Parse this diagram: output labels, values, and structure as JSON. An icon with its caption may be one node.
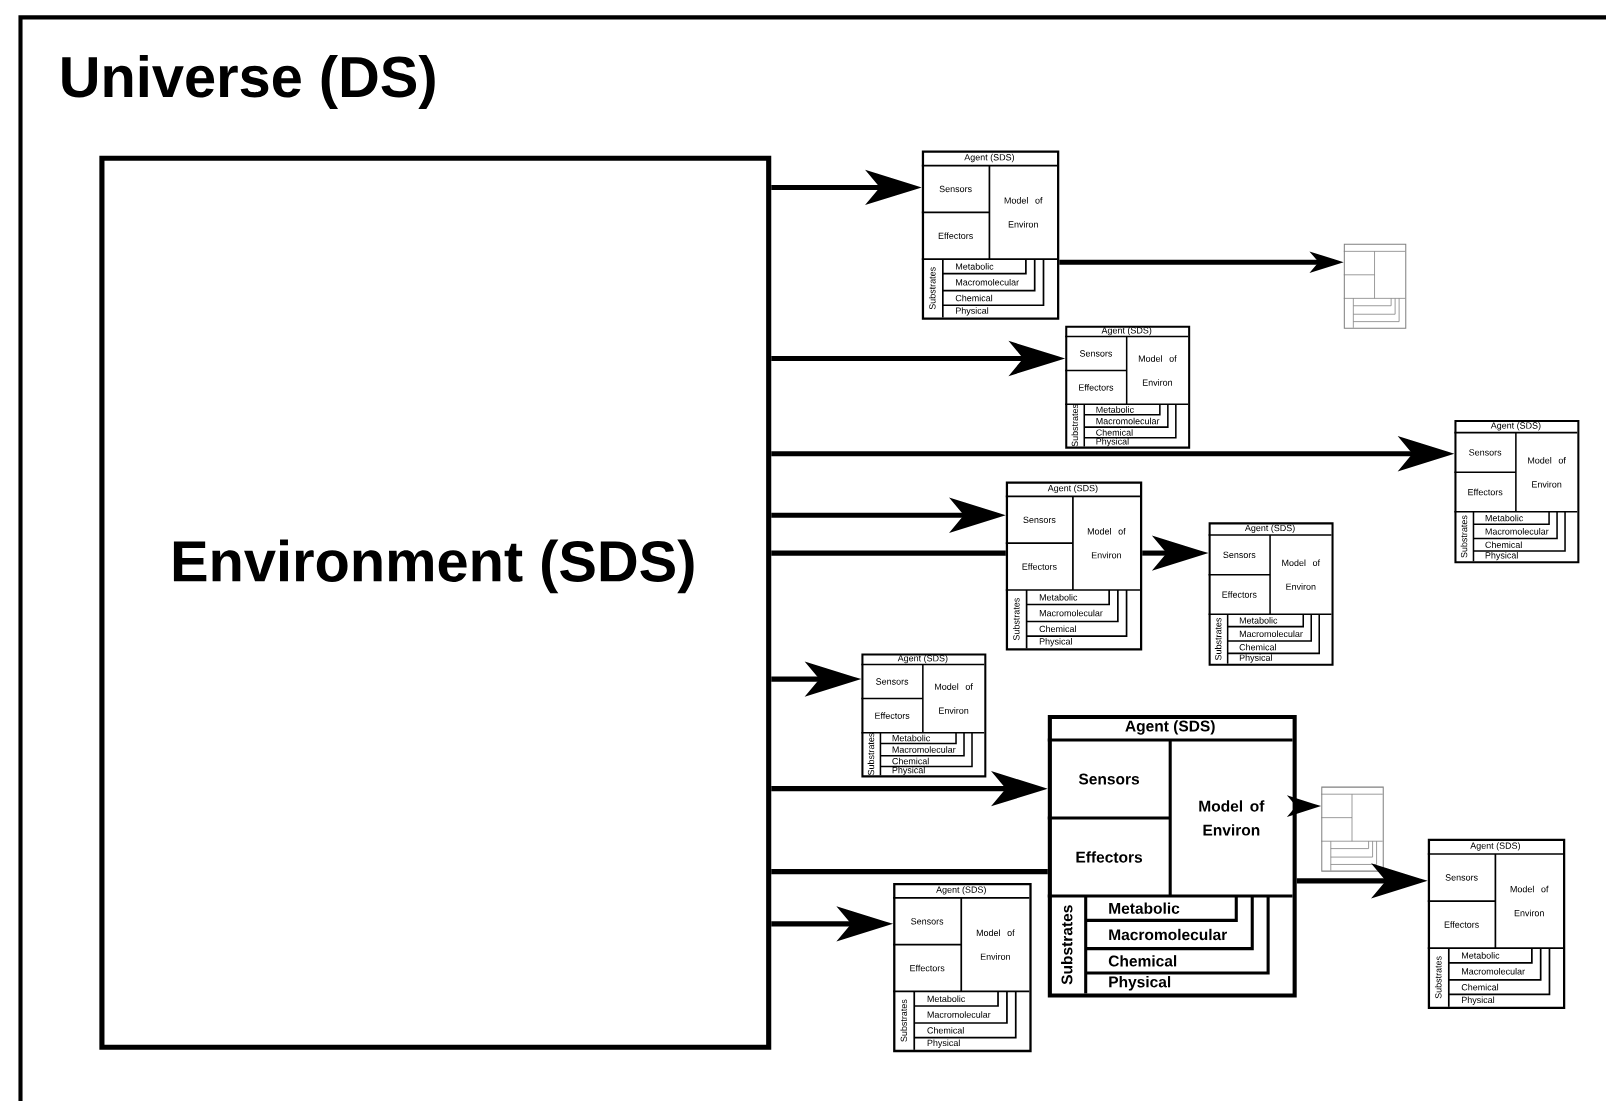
{
  "diagram": {
    "nodes": [
      {
        "text": [
          "Universe (DS)"
        ]
      },
      {
        "text": [
          "Environment (SDS)"
        ],
        "in": 0
      },
      {
        "text": [
          "Agent (SDS)",
          "Sensors",
          "Effectors",
          "Model of Environ",
          "Substrates",
          "Metabolic",
          "Macromolecular",
          "Chemical",
          "Physical"
        ],
        "in": 0
      },
      {
        "text": [],
        "shape": "box",
        "in": 0
      },
      {
        "text": [
          "Agent (SDS)",
          "Sensors",
          "Effectors",
          "Model of Environ",
          "Substrates",
          "Metabolic",
          "Macromolecular",
          "Chemical",
          "Physical"
        ],
        "in": 0
      },
      {
        "text": [
          "Agent (SDS)",
          "Sensors",
          "Effectors",
          "Model of Environ",
          "Substrates",
          "Metabolic",
          "Macromolecular",
          "Chemical",
          "Physical"
        ],
        "in": 0
      },
      {
        "text": [
          "Agent (SDS)",
          "Sensors",
          "Effectors",
          "Model of Environ",
          "Substrates",
          "Metabolic",
          "Macromolecular",
          "Chemical",
          "Physical"
        ],
        "in": 0
      },
      {
        "text": [
          "Agent (SDS)",
          "Sensors",
          "Effectors",
          "Model of Environ",
          "Substrates",
          "Metabolic",
          "Macromolecular",
          "Chemical",
          "Physical"
        ],
        "in": 0
      },
      {
        "text": [
          "Agent (SDS)",
          "Sensors",
          "Effectors",
          "Model of Environ",
          "Substrates",
          "Metabolic",
          "Macromolecular",
          "Chemical",
          "Physical"
        ],
        "in": 0
      },
      {
        "text": [
          "Agent (SDS)",
          "Sensors",
          "Effectors",
          "Model of Environ",
          "Substrates",
          "Metabolic",
          "Macromolecular",
          "Chemical",
          "Physical"
        ],
        "in": 0
      },
      {
        "text": [],
        "shape": "box",
        "in": 0
      },
      {
        "text": [
          "Agent (SDS)",
          "Sensors",
          "Effectors",
          "Model of Environ",
          "Substrates",
          "Metabolic",
          "Macromolecular",
          "Chemical",
          "Physical"
        ],
        "in": 0
      },
      {
        "text": [
          "Agent (SDS)",
          "Sensors",
          "Effectors",
          "Model of Environ",
          "Substrates",
          "Metabolic",
          "Macromolecular",
          "Chemical",
          "Physical"
        ],
        "in": 0
      }
    ],
    "edges": [
      {
        "from": 1,
        "to": 2,
        "arrow": "to"
      },
      {
        "from": 2,
        "to": 3,
        "arrow": "to"
      },
      {
        "from": 1,
        "to": 4,
        "arrow": "to"
      },
      {
        "from": 1,
        "to": 5,
        "arrow": "to"
      },
      {
        "from": 1,
        "to": 6,
        "arrow": "to"
      },
      {
        "from": 1,
        "to": 6,
        "arrow": "none"
      },
      {
        "from": 6,
        "to": 7,
        "arrow": "to"
      },
      {
        "from": 1,
        "to": 8,
        "arrow": "to"
      },
      {
        "from": 1,
        "to": 9,
        "arrow": "to"
      },
      {
        "from": 1,
        "to": 9,
        "arrow": "none"
      },
      {
        "from": 1,
        "to": 12,
        "arrow": "to"
      },
      {
        "from": 9,
        "to": 10,
        "arrow": "to"
      },
      {
        "from": 9,
        "to": 11,
        "arrow": "to"
      }
    ]
  }
}
